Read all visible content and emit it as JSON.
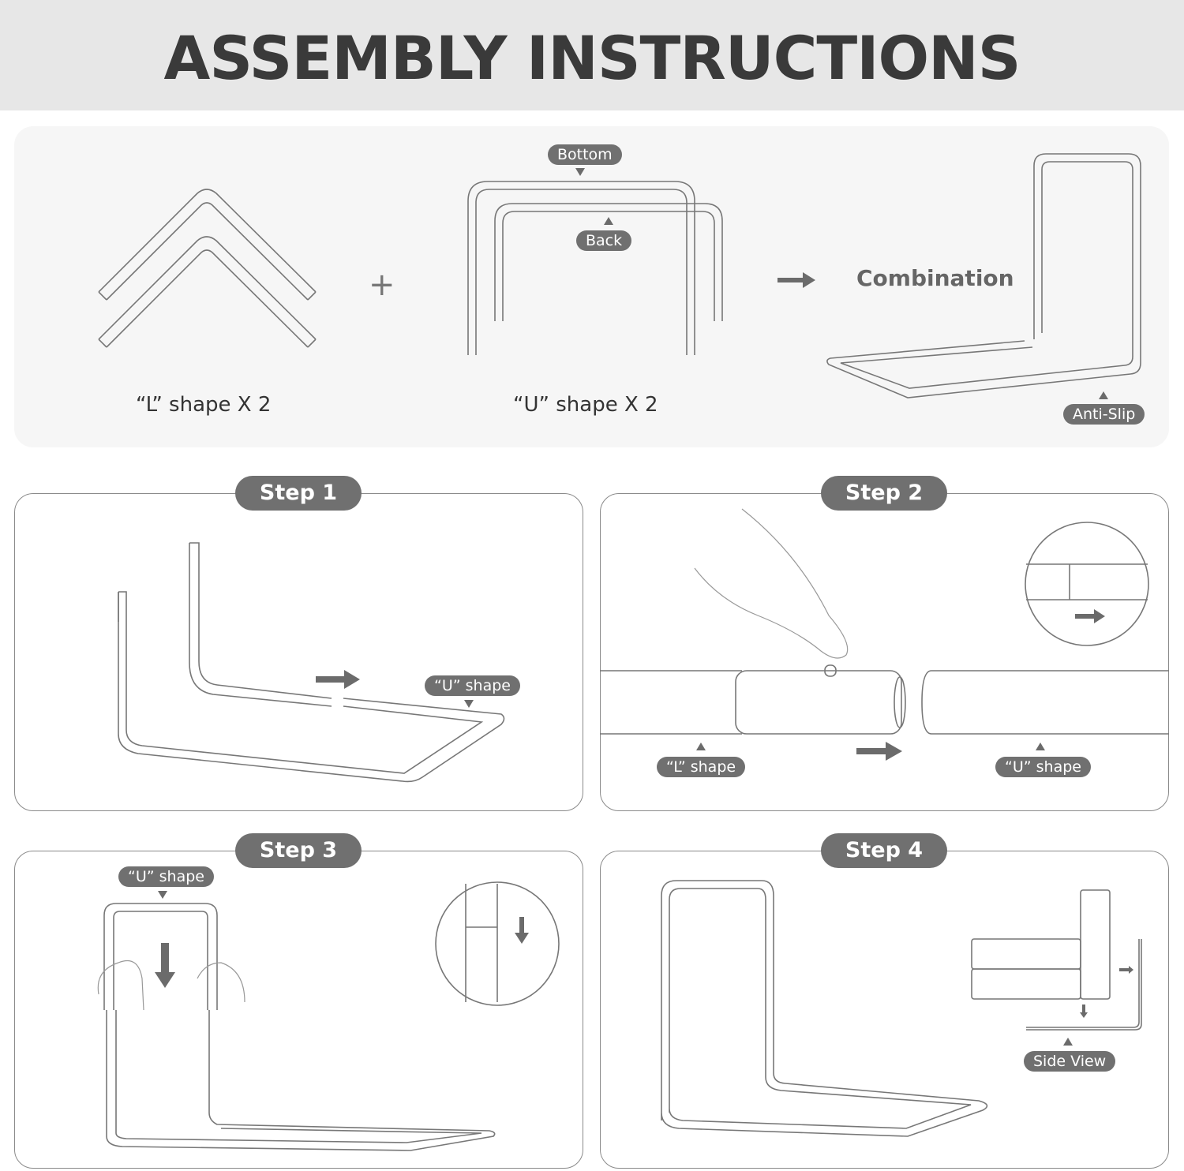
{
  "header": {
    "title": "ASSEMBLY INSTRUCTIONS"
  },
  "parts": {
    "l_caption": "“L” shape X 2",
    "u_caption": "“U” shape X 2",
    "plus": "+",
    "bottom_tag": "Bottom",
    "back_tag": "Back",
    "combination": "Combination",
    "anti_slip_tag": "Anti-Slip"
  },
  "steps": [
    {
      "label": "Step 1",
      "tags": [
        "“U” shape"
      ]
    },
    {
      "label": "Step 2",
      "tags": [
        "“L” shape",
        "“U” shape"
      ]
    },
    {
      "label": "Step 3",
      "tags": [
        "“U” shape"
      ]
    },
    {
      "label": "Step 4",
      "tags": [
        "Side View"
      ]
    }
  ],
  "colors": {
    "header_bg": "#e7e7e7",
    "pill": "#707070",
    "line": "#777777"
  }
}
